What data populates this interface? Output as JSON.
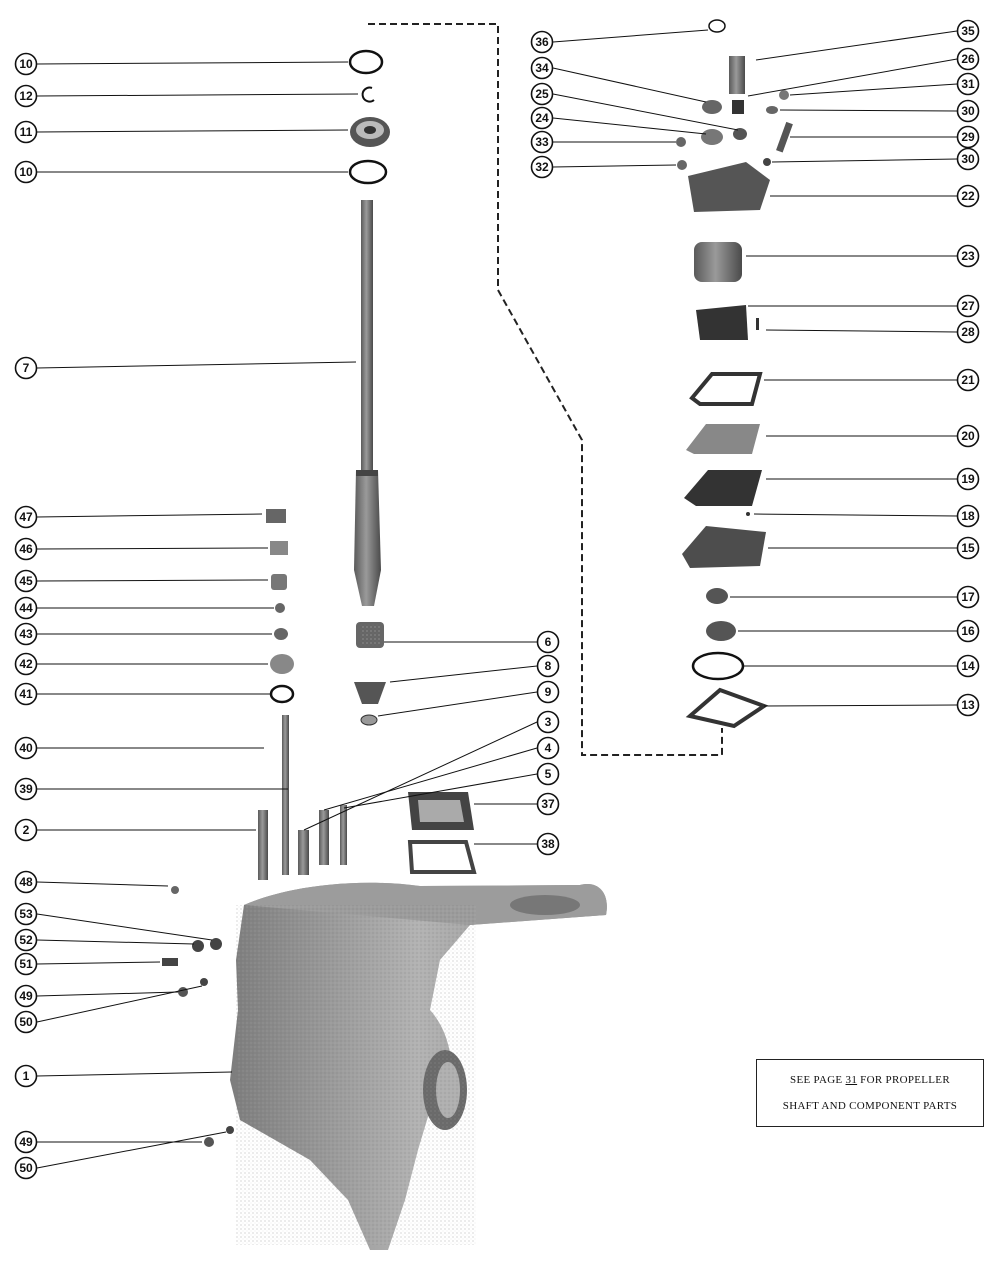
{
  "note": {
    "line1_pre": "SEE PAGE ",
    "line1_page": "31",
    "line1_post": " FOR PROPELLER",
    "line2": "SHAFT AND COMPONENT PARTS"
  },
  "callouts": {
    "left": [
      "10",
      "12",
      "11",
      "10",
      "7",
      "47",
      "46",
      "45",
      "44",
      "43",
      "42",
      "41",
      "40",
      "39",
      "2",
      "48",
      "53",
      "52",
      "51",
      "49",
      "50",
      "1",
      "49",
      "50"
    ],
    "middle": [
      "6",
      "8",
      "9",
      "3",
      "4",
      "5",
      "37",
      "38"
    ],
    "top_middle": [
      "36",
      "34",
      "25",
      "24",
      "33",
      "32"
    ],
    "right": [
      "35",
      "26",
      "31",
      "30",
      "29",
      "30",
      "22",
      "23",
      "27",
      "28",
      "21",
      "20",
      "19",
      "18",
      "15",
      "17",
      "16",
      "14",
      "13"
    ]
  }
}
